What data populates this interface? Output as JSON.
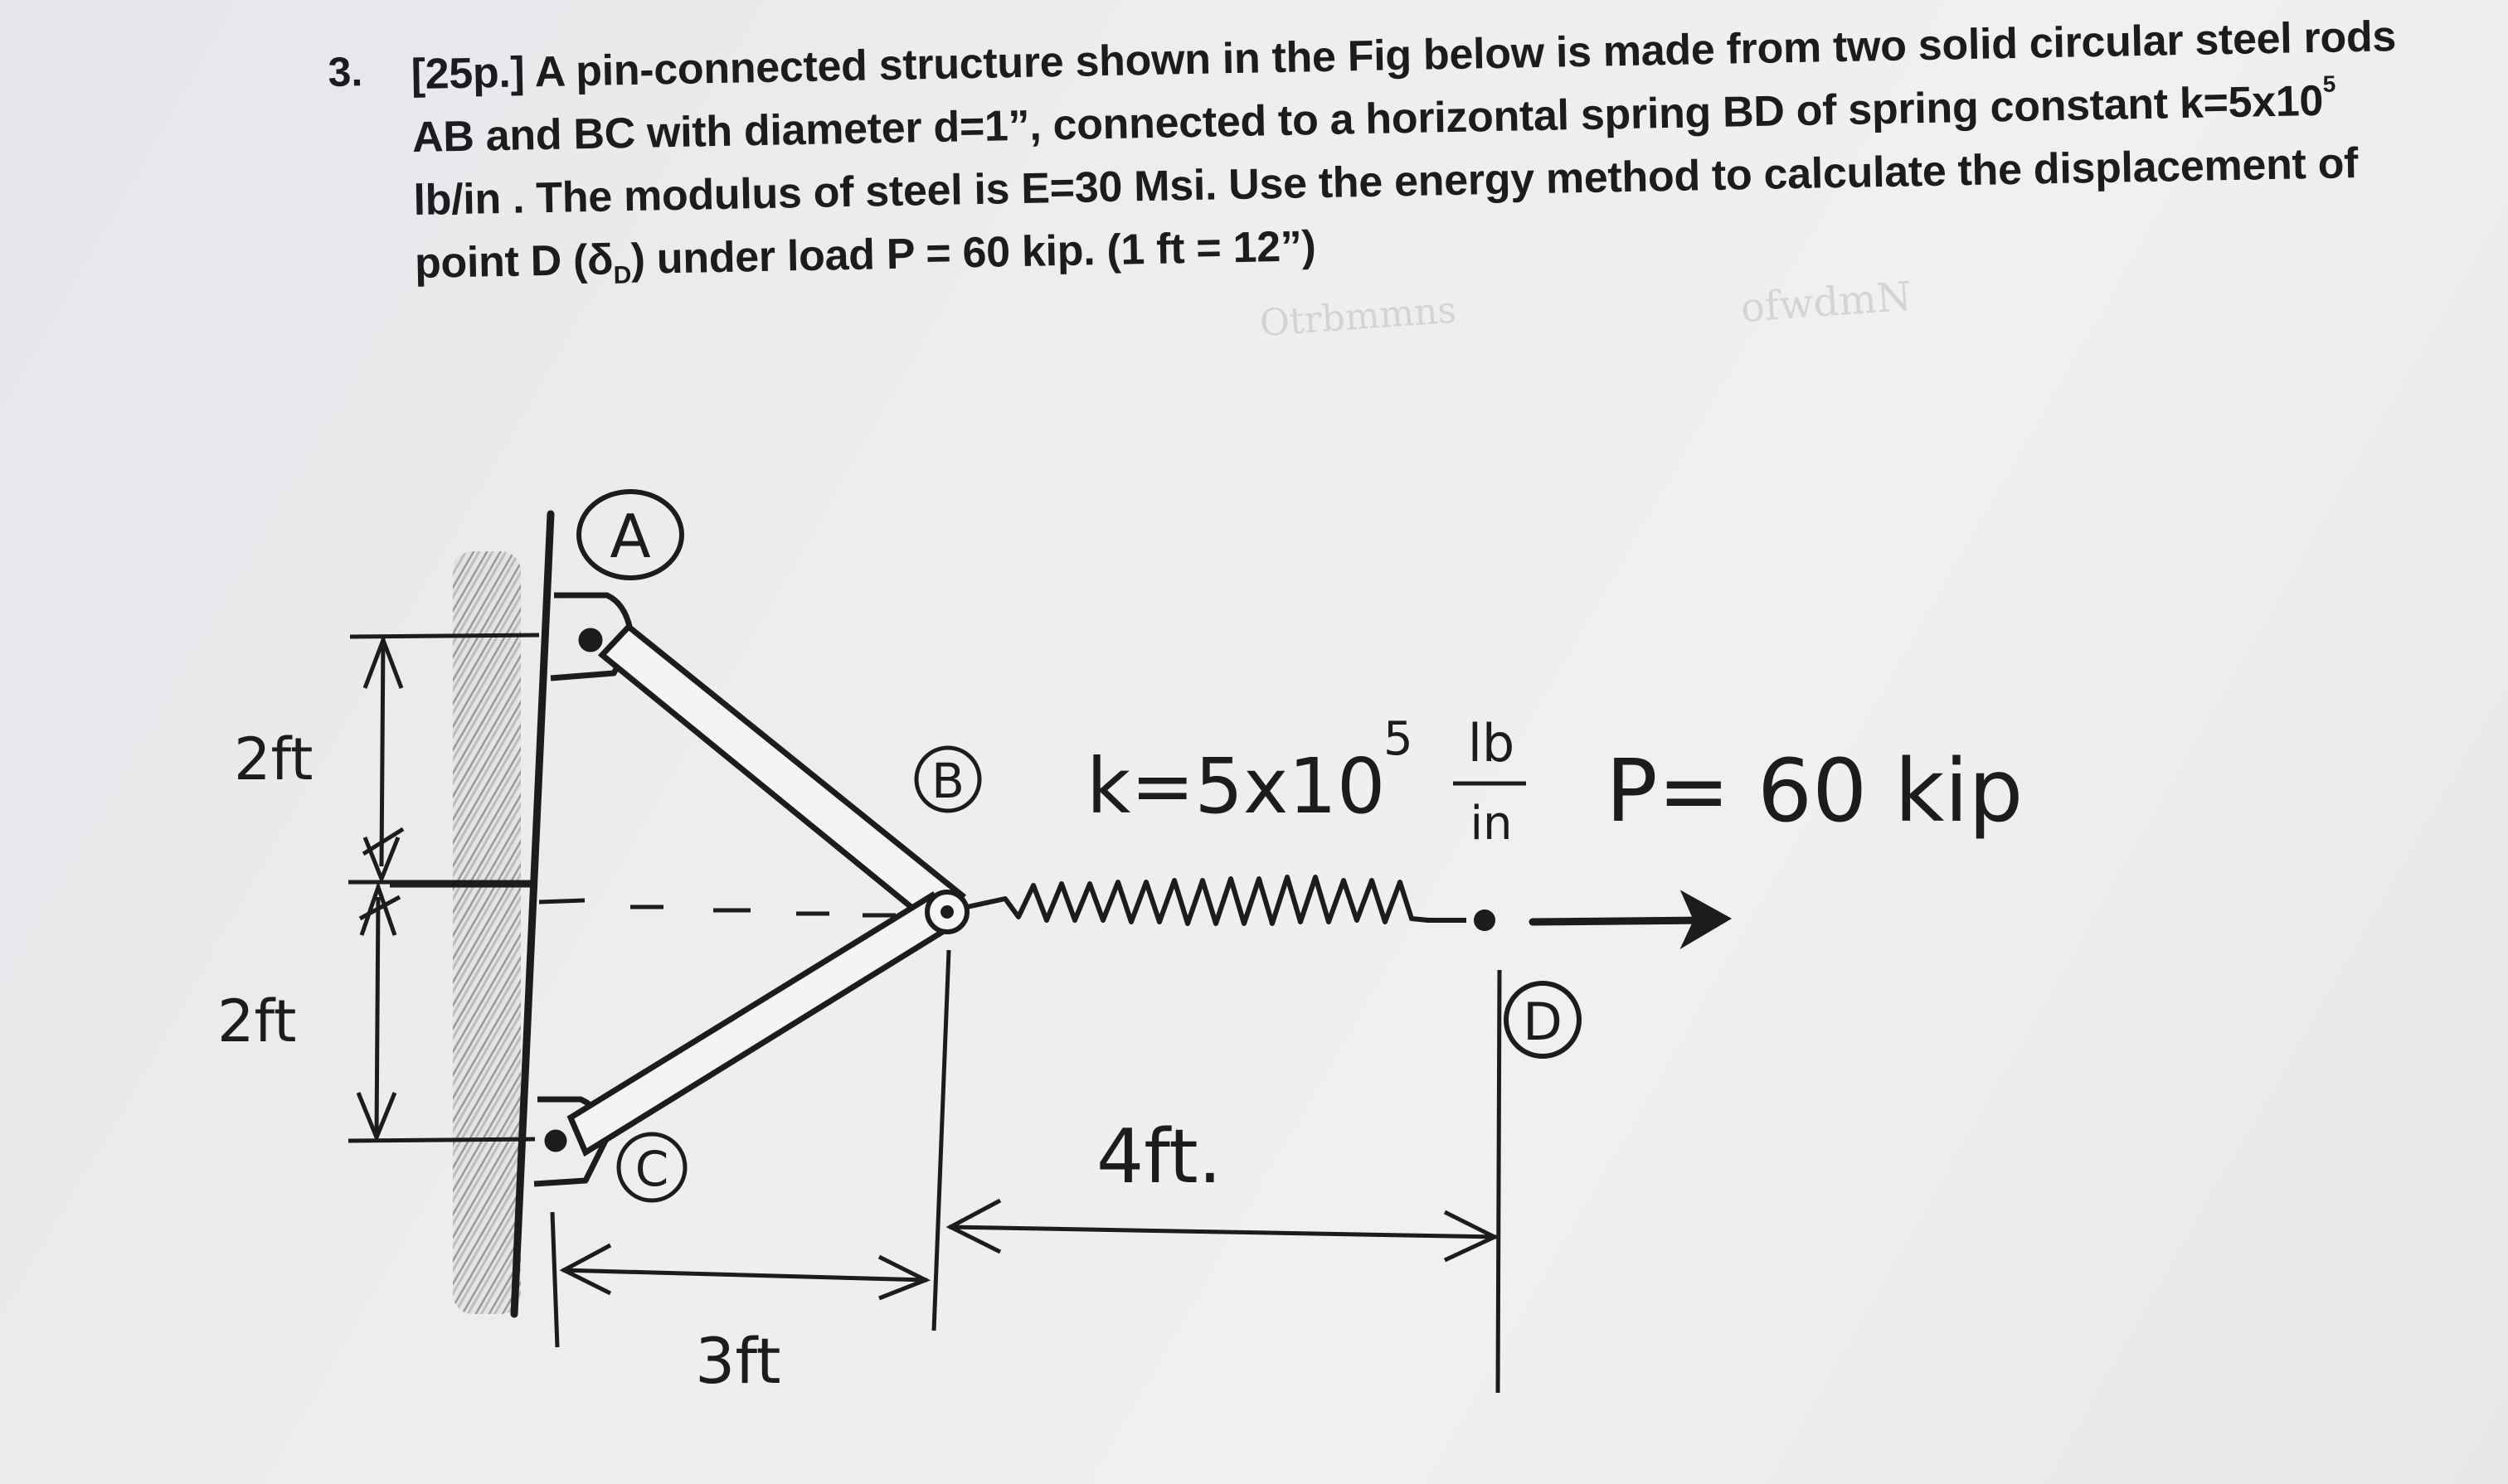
{
  "problem": {
    "number": "3.",
    "line1": "[25p.] A pin-connected structure shown in the Fig below is made from two solid circular steel rods",
    "line2_pre": "AB and BC with diameter d=1”, connected to a horizontal spring BD of spring constant k=5x10",
    "line2_exp": "5",
    "line3": "lb/in . The modulus of steel is E=30 Msi. Use the energy method to calculate the displacement of",
    "line4_pre": "point D (δ",
    "line4_sub": "D",
    "line4_post": ") under load P = 60 kip. (1 ft = 12”)"
  },
  "figure": {
    "labels": {
      "a": "A",
      "b": "B",
      "c": "C",
      "d": "D"
    },
    "spring": {
      "k_text": "k=5x10",
      "k_exp": "5",
      "unit_top": "lb",
      "unit_bottom": "in"
    },
    "load": "P= 60 kip",
    "dims": {
      "upper": "2ft",
      "lower": "2ft",
      "horizontal_bc": "3ft",
      "horizontal_bd": "4ft."
    }
  }
}
